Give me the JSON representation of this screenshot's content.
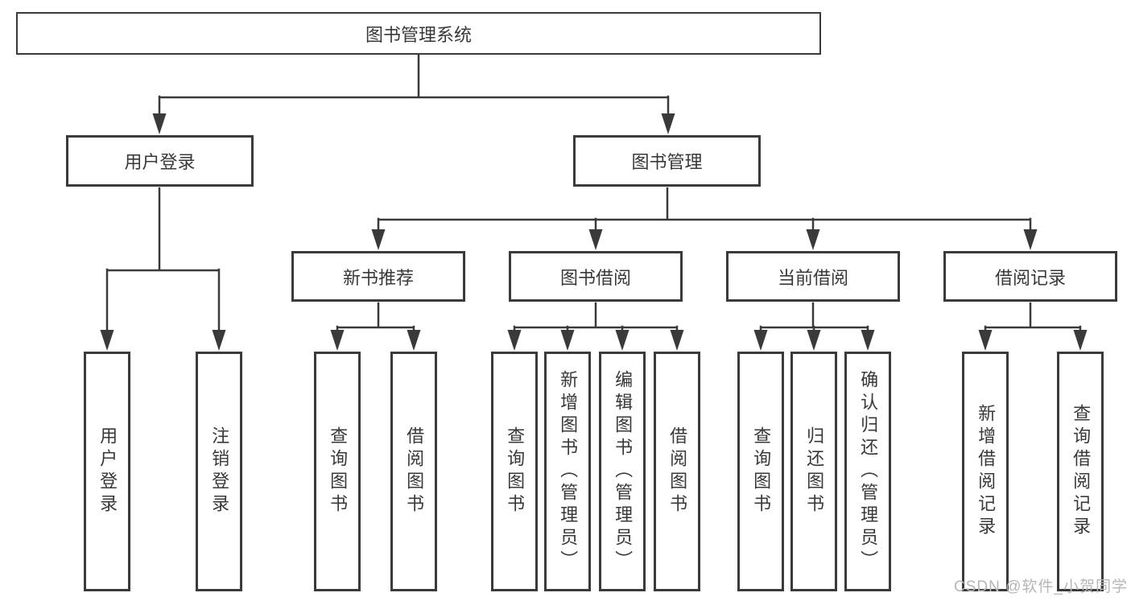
{
  "diagram": {
    "root": "图书管理系统",
    "user": {
      "label": "用户登录",
      "children": [
        "用户登录",
        "注销登录"
      ]
    },
    "book": {
      "label": "图书管理"
    },
    "sections": [
      {
        "label": "新书推荐",
        "children": [
          "查询图书",
          "借阅图书"
        ]
      },
      {
        "label": "图书借阅",
        "children": [
          "查询图书",
          "新增图书（管理员）",
          "编辑图书（管理员）",
          "借阅图书"
        ]
      },
      {
        "label": "当前借阅",
        "children": [
          "查询图书",
          "归还图书",
          "确认归还（管理员）"
        ]
      },
      {
        "label": "借阅记录",
        "children": [
          "新增借阅记录",
          "查询借阅记录"
        ]
      }
    ]
  },
  "watermark": "CSDN @软件_小贺同学",
  "colors": {
    "line": "#3a3a3a",
    "text": "#383838",
    "watermark": "#b6b6b6",
    "background": "#ffffff"
  }
}
